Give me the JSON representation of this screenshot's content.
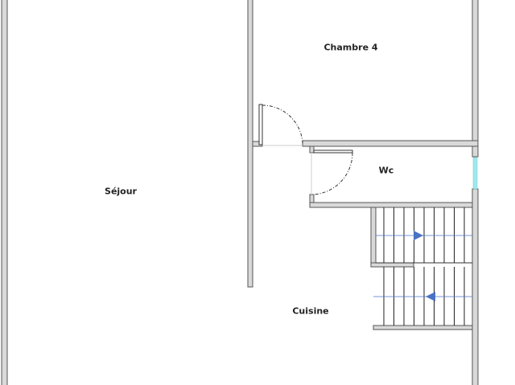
{
  "rooms": {
    "sejour": "Séjour",
    "chambre4": "Chambre 4",
    "wc": "Wc",
    "cuisine": "Cuisine"
  },
  "colors": {
    "wall_fill": "#d9d9d9",
    "wall_stroke": "#555555",
    "window": "#9fe8ee",
    "stair_arrow": "#4a72c4"
  }
}
